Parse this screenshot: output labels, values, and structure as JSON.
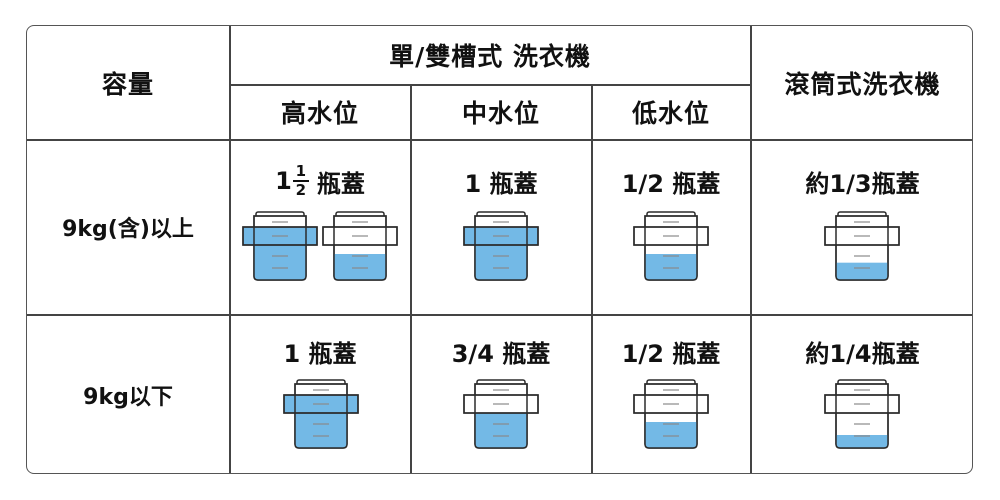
{
  "header": {
    "capacity": "容量",
    "group_title": "單/雙槽式 洗衣機",
    "high_level": "高水位",
    "mid_level": "中水位",
    "low_level": "低水位",
    "drum": "滾筒式洗衣機"
  },
  "rows": [
    {
      "label": "9kg(含)以上",
      "cells": [
        {
          "whole": "1",
          "frac_num": "1",
          "frac_den": "2",
          "unit": "瓶蓋",
          "caps": [
            1.0,
            0.5
          ]
        },
        {
          "text": "1 瓶蓋",
          "caps": [
            1.0
          ]
        },
        {
          "text": "1/2 瓶蓋",
          "caps": [
            0.5
          ]
        },
        {
          "text": "約1/3瓶蓋",
          "caps": [
            0.333
          ]
        }
      ]
    },
    {
      "label": "9kg以下",
      "cells": [
        {
          "text": "1 瓶蓋",
          "caps": [
            1.0
          ]
        },
        {
          "text": "3/4 瓶蓋",
          "caps": [
            0.75
          ]
        },
        {
          "text": "1/2 瓶蓋",
          "caps": [
            0.5
          ]
        },
        {
          "text": "約1/4瓶蓋",
          "caps": [
            0.25
          ]
        }
      ]
    }
  ],
  "colors": {
    "liquid": "#73b9e6",
    "outline": "#2b2b2b",
    "grid": "#444444"
  },
  "icons": [
    "measuring-cap-icon"
  ]
}
